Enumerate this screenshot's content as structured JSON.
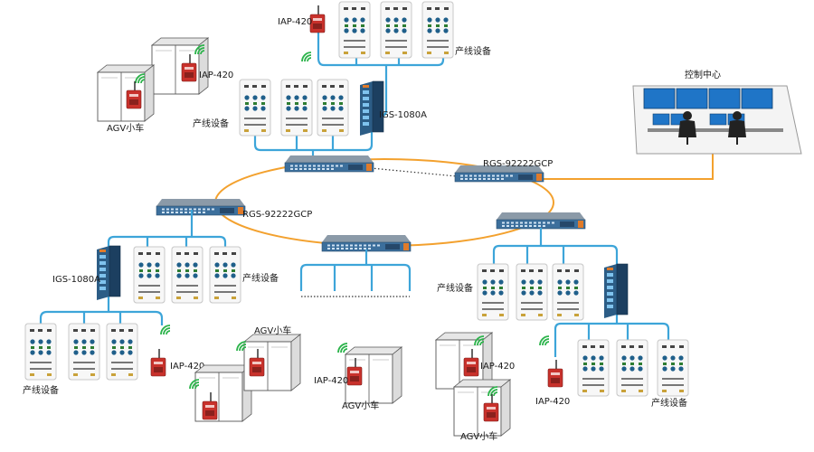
{
  "labels": {
    "iap": "IAP-420",
    "agv": "AGV小车",
    "production": "产线设备",
    "igs": "IGS-1080A",
    "rgs": "RGS-92222GCP",
    "control_center": "控制中心"
  },
  "colors": {
    "ring": "#f3a12e",
    "access": "#3da5d9",
    "switch_body": "#3c6f9c",
    "device_body": "#f7f7f7",
    "wifi": "#2bb34a",
    "iap_body": "#c8312b",
    "screen": "#1f75c7"
  },
  "icons": {
    "switch": "rack-switch-icon",
    "igs": "din-rail-switch-icon",
    "iap": "wireless-ap-icon",
    "agv": "agv-cart-icon",
    "plc": "production-device-icon",
    "wifi": "wifi-signal-icon",
    "control": "control-room-icon"
  }
}
